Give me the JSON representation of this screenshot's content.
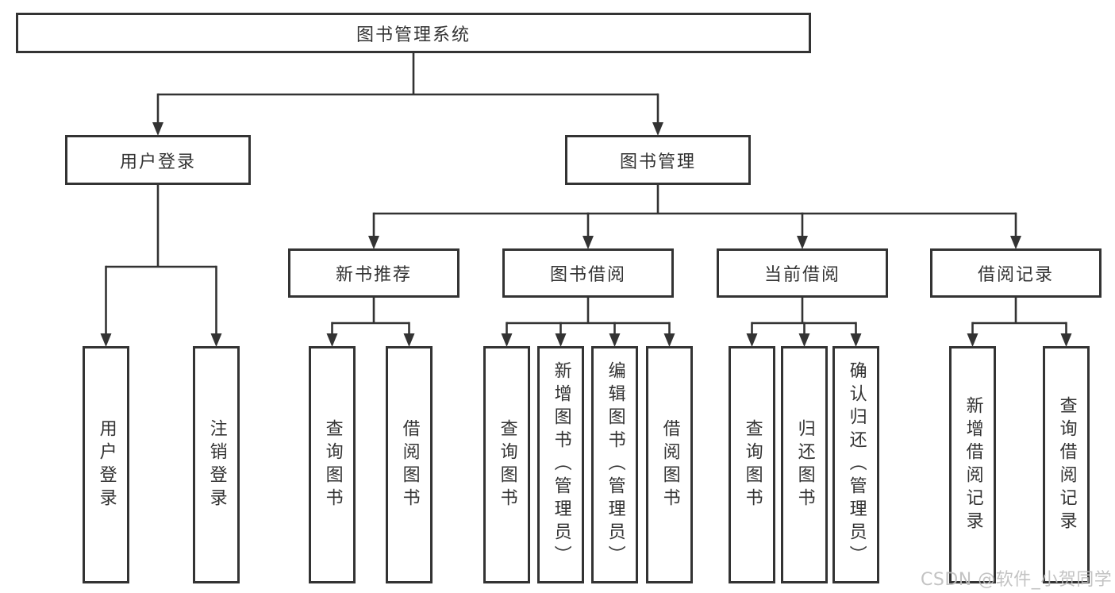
{
  "diagram": {
    "root": {
      "label": "图书管理系统"
    },
    "branches": [
      {
        "label": "用户登录",
        "children": [
          {
            "label": "用户登录"
          },
          {
            "label": "注销登录"
          }
        ]
      },
      {
        "label": "图书管理",
        "groups": [
          {
            "label": "新书推荐",
            "children": [
              {
                "label": "查询图书"
              },
              {
                "label": "借阅图书"
              }
            ]
          },
          {
            "label": "图书借阅",
            "children": [
              {
                "label": "查询图书"
              },
              {
                "label": "新增图书（管理员）"
              },
              {
                "label": "编辑图书（管理员）"
              },
              {
                "label": "借阅图书"
              }
            ]
          },
          {
            "label": "当前借阅",
            "children": [
              {
                "label": "查询图书"
              },
              {
                "label": "归还图书"
              },
              {
                "label": "确认归还（管理员）"
              }
            ]
          },
          {
            "label": "借阅记录",
            "children": [
              {
                "label": "新增借阅记录"
              },
              {
                "label": "查询借阅记录"
              }
            ]
          }
        ]
      }
    ]
  },
  "watermark": "CSDN @软件_小贺同学",
  "colors": {
    "line": "#333333",
    "box_border": "#333333",
    "box_background": "#ffffff",
    "text": "#333333",
    "watermark": "#bdbdbd",
    "background": "#ffffff"
  }
}
